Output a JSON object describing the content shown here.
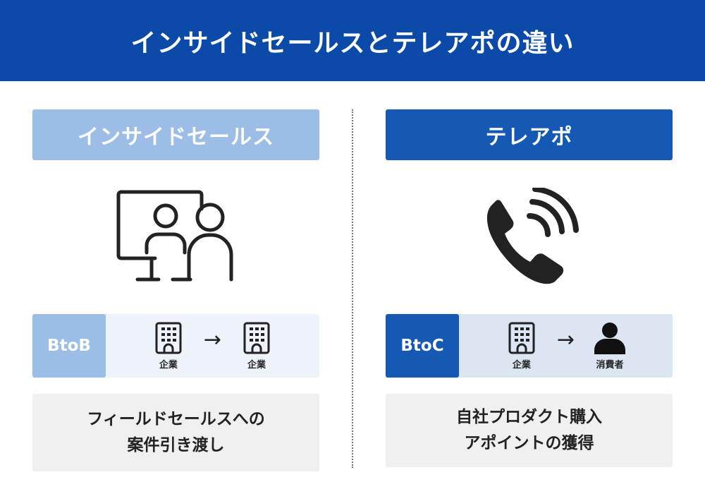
{
  "title": "インサイドセールスとテレアポの違い",
  "left": {
    "label": "インサイドセールス",
    "icon": "video-call-person-icon",
    "tag": "BtoB",
    "from": "企業",
    "to": "企業",
    "desc_line1": "フィールドセールスへの",
    "desc_line2": "案件引き渡し"
  },
  "right": {
    "label": "テレアポ",
    "icon": "phone-ringing-icon",
    "tag": "BtoC",
    "from": "企業",
    "to": "消費者",
    "desc_line1": "自社プロダクト購入",
    "desc_line2": "アポイントの獲得"
  },
  "arrow": "→",
  "colors": {
    "header": "#0b4aa8",
    "left_accent": "#9bbde6",
    "right_accent": "#1559b5"
  }
}
